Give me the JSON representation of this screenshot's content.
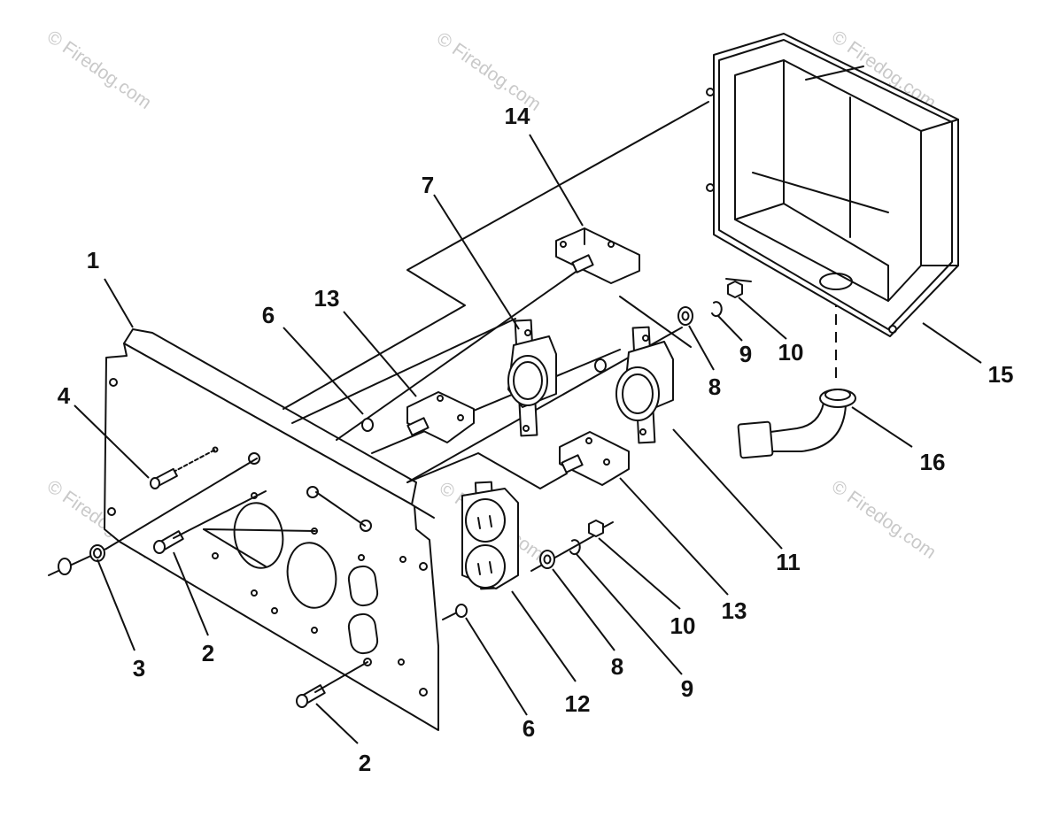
{
  "watermark": "© Firedog.com",
  "callouts": [
    {
      "id": "c-1",
      "label": "1"
    },
    {
      "id": "c-2a",
      "label": "2"
    },
    {
      "id": "c-2b",
      "label": "2"
    },
    {
      "id": "c-3",
      "label": "3"
    },
    {
      "id": "c-4",
      "label": "4"
    },
    {
      "id": "c-6a",
      "label": "6"
    },
    {
      "id": "c-6b",
      "label": "6"
    },
    {
      "id": "c-7",
      "label": "7"
    },
    {
      "id": "c-8a",
      "label": "8"
    },
    {
      "id": "c-8b",
      "label": "8"
    },
    {
      "id": "c-9a",
      "label": "9"
    },
    {
      "id": "c-9b",
      "label": "9"
    },
    {
      "id": "c-10a",
      "label": "10"
    },
    {
      "id": "c-10b",
      "label": "10"
    },
    {
      "id": "c-11",
      "label": "11"
    },
    {
      "id": "c-12",
      "label": "12"
    },
    {
      "id": "c-13a",
      "label": "13"
    },
    {
      "id": "c-13b",
      "label": "13"
    },
    {
      "id": "c-14",
      "label": "14"
    },
    {
      "id": "c-15",
      "label": "15"
    },
    {
      "id": "c-16",
      "label": "16"
    }
  ],
  "colors": {
    "ink": "#111111",
    "watermark": "#c9c9c9",
    "background": "#ffffff"
  }
}
